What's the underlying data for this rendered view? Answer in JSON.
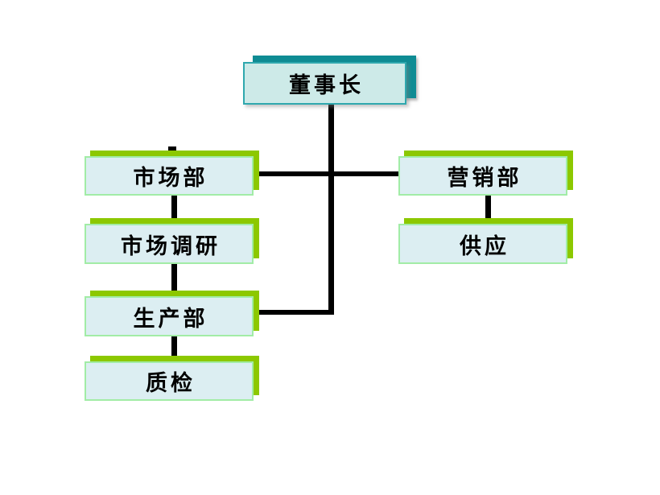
{
  "diagram": {
    "type": "org-chart",
    "nodes": {
      "chairman": {
        "label": "董事长"
      },
      "marketing": {
        "label": "市场部"
      },
      "sales": {
        "label": "营销部"
      },
      "market_research": {
        "label": "市场调研"
      },
      "supply": {
        "label": "供应"
      },
      "production": {
        "label": "生产部"
      },
      "quality": {
        "label": "质检"
      }
    },
    "edges": [
      {
        "from": "chairman",
        "to": "marketing"
      },
      {
        "from": "chairman",
        "to": "sales"
      },
      {
        "from": "chairman",
        "to": "production"
      },
      {
        "from": "marketing",
        "to": "market_research"
      },
      {
        "from": "market_research",
        "to": "production"
      },
      {
        "from": "production",
        "to": "quality"
      },
      {
        "from": "sales",
        "to": "supply"
      }
    ]
  },
  "colors": {
    "chairman_fill": "#cdeae8",
    "chairman_border": "#2fa8ae",
    "chairman_shadow": "#0f8c94",
    "dept_fill": "#dceef2",
    "dept_border": "#a2eca6",
    "dept_shadow": "#8cc800",
    "connector": "#000000"
  }
}
